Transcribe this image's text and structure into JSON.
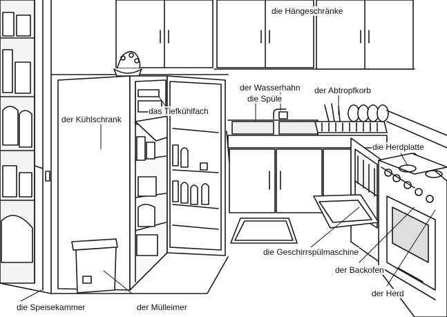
{
  "labels": {
    "haengeschraenke": "die Hängeschränke",
    "wasserhahn": "der Wasserhahn",
    "abtropfkorb": "der Abtropfkorb",
    "spuele": "die Spüle",
    "kuehlschrank": "der Kühlschrank",
    "tiefkuehlfach": "das Tiefkühlfach",
    "herdplatte": "die Herdplatte",
    "geschirrspuelmaschine": "die Geschirrspülmaschine",
    "backofen": "der Backofen",
    "herd": "der Herd",
    "speisekammer": "die Speisekammer",
    "muelleimer": "der Mülleimer"
  },
  "style": {
    "ink": "#1a1a1a",
    "paper": "#ffffff",
    "shade": "#d9d9d9"
  }
}
